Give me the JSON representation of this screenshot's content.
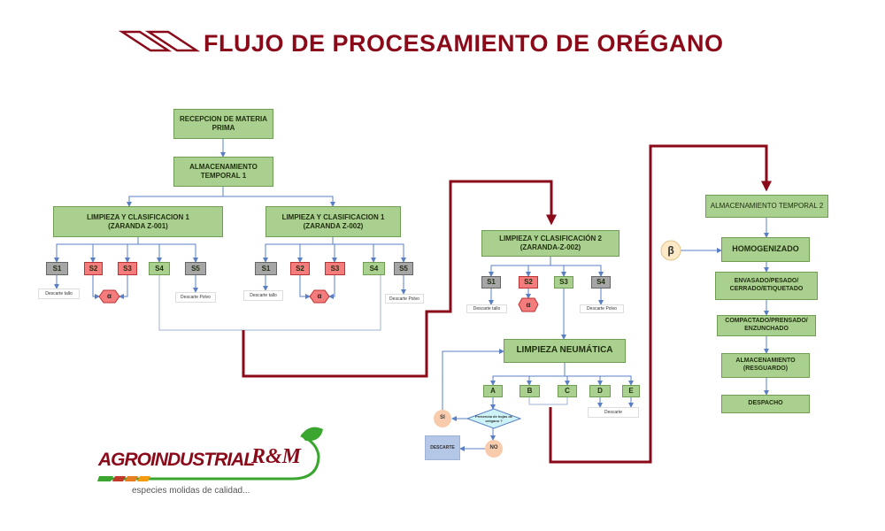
{
  "title": "FLUJO DE PROCESAMIENTO DE ORÉGANO",
  "colors": {
    "brand_red": "#8b0a1a",
    "box_green": "#a9d08e",
    "box_gray": "#a6a6a6",
    "box_red": "#f47c7c",
    "connector": "#5b7fc4"
  },
  "stage1": {
    "recepcion": "RECEPCION DE MATERIA PRIMA",
    "almacenamiento": "ALMACENAMIENTO TEMPORAL 1",
    "limpieza_a": "LIMPIEZA Y CLASIFICACION 1 (ZARANDA Z-001)",
    "limpieza_b": "LIMPIEZA Y CLASIFICACION 1 (ZARANDA Z-002)",
    "s": [
      "S1",
      "S2",
      "S3",
      "S4",
      "S5"
    ],
    "descarte_tallo": "Descarte tallo",
    "descarte_polvo": "Descarte Polvo",
    "alpha": "α"
  },
  "stage2": {
    "limpieza": "LIMPIEZA Y CLASIFICACIÓN 2 (ZARANDA-Z-002)",
    "s": [
      "S1",
      "S2",
      "S3",
      "S4"
    ],
    "descarte_tallo": "Descarte tallo",
    "descarte_polvo": "Descarte Polvo",
    "alpha": "α"
  },
  "neumatica": {
    "title": "LIMPIEZA NEUMÁTICA",
    "outputs": [
      "A",
      "B",
      "C",
      "D",
      "E"
    ],
    "descarte": "Descarte",
    "decision": "Presencia de hojas de orégano ?",
    "si": "SI",
    "no": "NO",
    "descarte_box": "DESCARTE"
  },
  "stage3": {
    "almacenamiento": "ALMACENAMIENTO TEMPORAL 2",
    "beta": "β",
    "homogenizado": "HOMOGENIZADO",
    "envasado": "ENVASADO/PESADO/ CERRADO/ETIQUETADO",
    "compactado": "COMPACTADO/PRENSADO/ ENZUNCHADO",
    "resguardo": "ALMACENAMIENTO (RESGUARDO)",
    "despacho": "DESPACHO"
  },
  "logo": {
    "name": "AGROINDUSTRIAL",
    "brand": "R&M",
    "tagline": "especies molidas de calidad..."
  }
}
